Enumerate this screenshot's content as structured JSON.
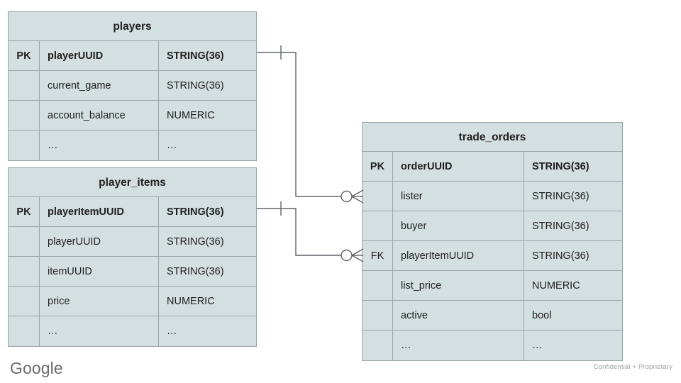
{
  "diagram": {
    "type": "entity-relationship-diagram",
    "notation": "crows-foot",
    "palette": {
      "table_fill": "#d3dfe1",
      "table_border": "#9aa5a7",
      "connector": "#5f6368",
      "text": "#1f1f1f",
      "footer_text": "#9e9e9e",
      "logo_text": "#6b6b6b"
    },
    "tables": [
      {
        "id": "players",
        "title": "players",
        "rows": [
          {
            "key": "PK",
            "name": "playerUUID",
            "type": "STRING(36)",
            "primary": true
          },
          {
            "key": "",
            "name": "current_game",
            "type": "STRING(36)",
            "primary": false
          },
          {
            "key": "",
            "name": "account_balance",
            "type": "NUMERIC",
            "primary": false
          },
          {
            "key": "",
            "name": "…",
            "type": "…",
            "primary": false
          }
        ]
      },
      {
        "id": "player_items",
        "title": "player_items",
        "rows": [
          {
            "key": "PK",
            "name": "playerItemUUID",
            "type": "STRING(36)",
            "primary": true
          },
          {
            "key": "",
            "name": "playerUUID",
            "type": "STRING(36)",
            "primary": false
          },
          {
            "key": "",
            "name": "itemUUID",
            "type": "STRING(36)",
            "primary": false
          },
          {
            "key": "",
            "name": "price",
            "type": "NUMERIC",
            "primary": false
          },
          {
            "key": "",
            "name": "…",
            "type": "…",
            "primary": false
          }
        ]
      },
      {
        "id": "trade_orders",
        "title": "trade_orders",
        "rows": [
          {
            "key": "PK",
            "name": "orderUUID",
            "type": "STRING(36)",
            "primary": true
          },
          {
            "key": "",
            "name": "lister",
            "type": "STRING(36)",
            "primary": false
          },
          {
            "key": "",
            "name": "buyer",
            "type": "STRING(36)",
            "primary": false
          },
          {
            "key": "FK",
            "name": "playerItemUUID",
            "type": "STRING(36)",
            "primary": false
          },
          {
            "key": "",
            "name": "list_price",
            "type": "NUMERIC",
            "primary": false
          },
          {
            "key": "",
            "name": "active",
            "type": "bool",
            "primary": false
          },
          {
            "key": "",
            "name": "…",
            "type": "…",
            "primary": false
          }
        ]
      }
    ],
    "relationships": [
      {
        "id": "players-to-trade-orders",
        "from_table": "players",
        "from_field": "playerUUID",
        "from_cardinality": "one",
        "to_table": "trade_orders",
        "to_field": "lister",
        "to_cardinality": "zero-or-many"
      },
      {
        "id": "player-items-to-trade-orders",
        "from_table": "player_items",
        "from_field": "playerItemUUID",
        "from_cardinality": "one",
        "to_table": "trade_orders",
        "to_field": "playerItemUUID",
        "to_cardinality": "zero-or-many"
      }
    ]
  },
  "footer": {
    "logo": "Google",
    "confidential": "Confidential + Proprietary"
  }
}
